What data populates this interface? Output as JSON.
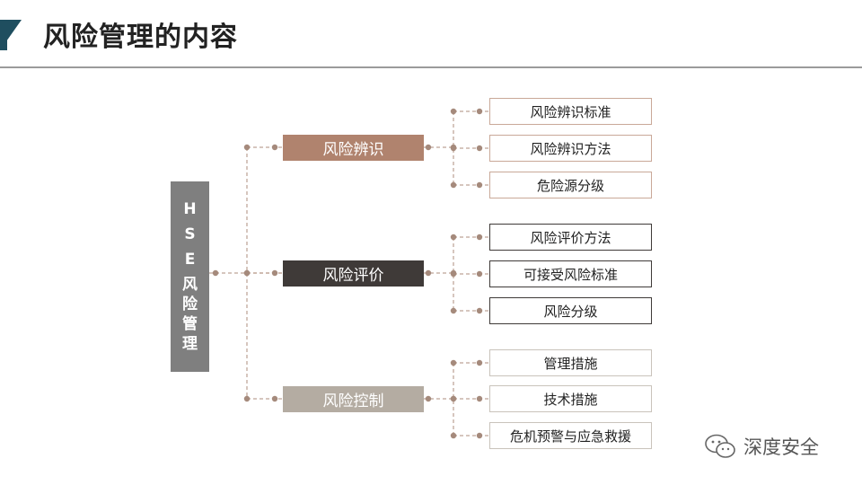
{
  "header": {
    "title": "风险管理的内容"
  },
  "root": {
    "label": "HSE风险管理",
    "chars": [
      "H",
      "S",
      "E",
      "风",
      "险",
      "管",
      "理"
    ]
  },
  "categories": [
    {
      "label": "风险辨识",
      "color": "#b0836e",
      "items": [
        "风险辨识标准",
        "风险辨识方法",
        "危险源分级"
      ],
      "item_border": "#c9a898"
    },
    {
      "label": "风险评价",
      "color": "#3f3a38",
      "items": [
        "风险评价方法",
        "可接受风险标准",
        "风险分级"
      ],
      "item_border": "#3f3a38"
    },
    {
      "label": "风险控制",
      "color": "#b4aca2",
      "items": [
        "管理措施",
        "技术措施",
        "危机预警与应急救援"
      ],
      "item_border": "#c9c3bb"
    }
  ],
  "watermark": {
    "text": "深度安全",
    "icon": "wechat-icon"
  },
  "colors": {
    "connector": "#c9b3a8",
    "dot": "#a58a7c",
    "title_accent": "#1f4e5f"
  }
}
